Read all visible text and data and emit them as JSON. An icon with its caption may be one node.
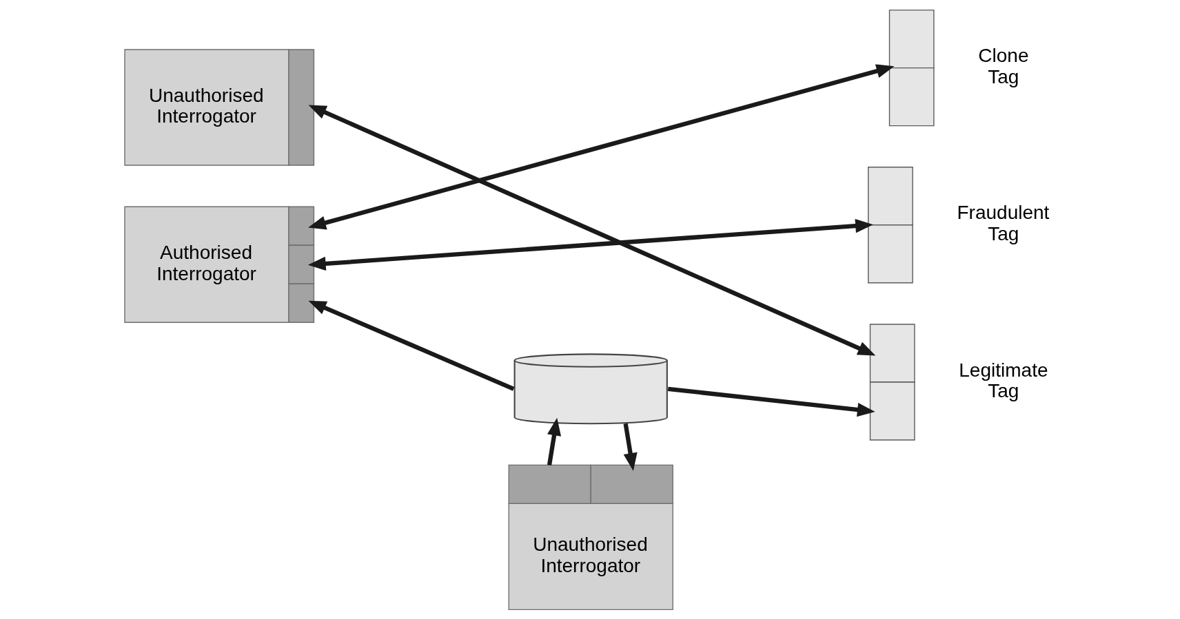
{
  "diagram": {
    "nodes": [
      {
        "text": [
          "Unauthorised Interrogator"
        ]
      },
      {
        "text": [
          "Clone Tag"
        ]
      },
      {
        "text": [
          "Fraudulent Tag"
        ]
      },
      {
        "text": [
          "Authorised Interrogator"
        ]
      },
      {
        "text": [
          "Legitimate Tag"
        ]
      },
      {
        "text": [],
        "shape": "cylinder"
      },
      {
        "text": [
          "Unauthorised Interrogator"
        ]
      }
    ],
    "edges": [
      {
        "from": 0,
        "to": 4,
        "arrow": "both"
      },
      {
        "from": 3,
        "to": 1,
        "arrow": "both"
      },
      {
        "from": 3,
        "to": 2,
        "arrow": "both"
      },
      {
        "from": 5,
        "to": 3,
        "arrow": "to"
      },
      {
        "from": 5,
        "to": 4,
        "arrow": "to"
      },
      {
        "from": 6,
        "to": 5,
        "arrow": "to"
      },
      {
        "from": 5,
        "to": 6,
        "arrow": "to"
      }
    ]
  }
}
